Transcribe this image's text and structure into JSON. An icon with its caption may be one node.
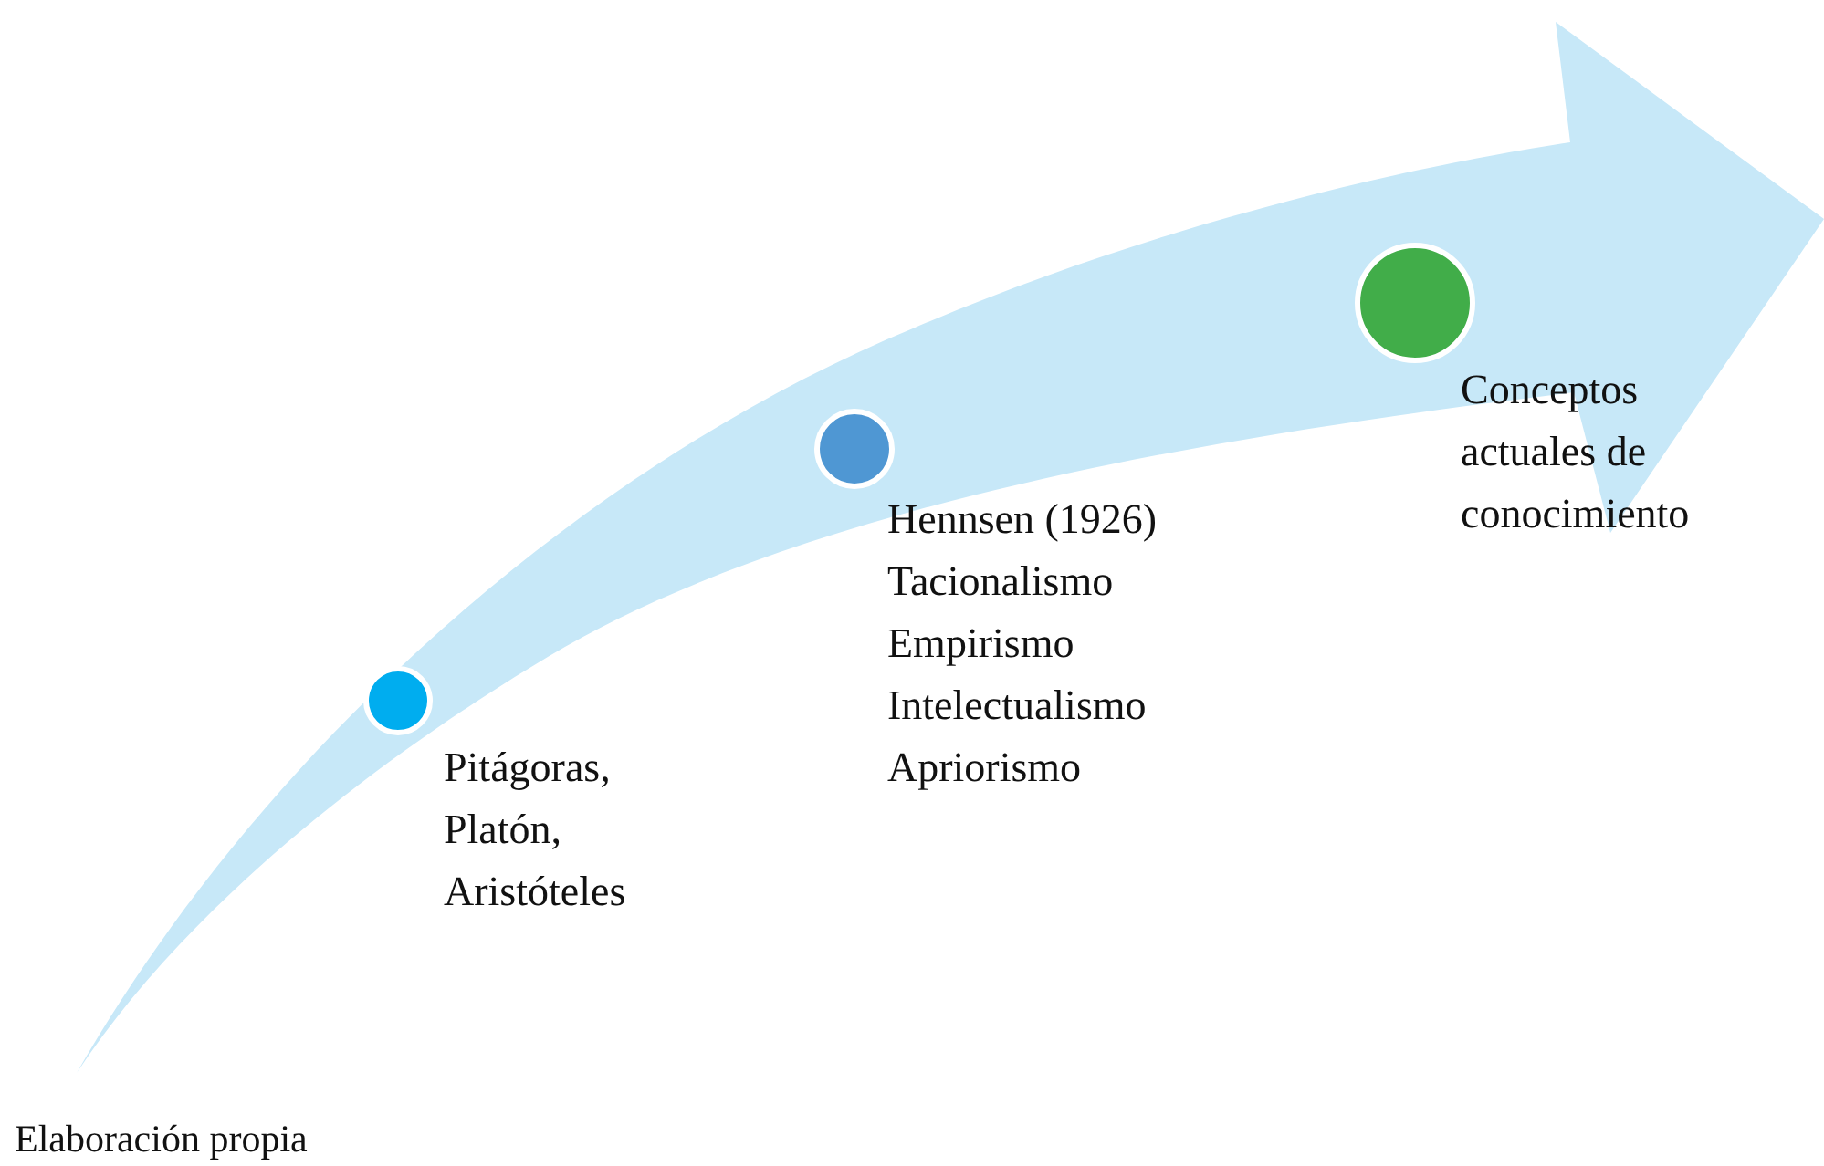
{
  "diagram": {
    "nodes": [
      {
        "text": [],
        "shape": "circle",
        "beside": [
          "Pitágoras, Platón, Aristóteles"
        ]
      },
      {
        "text": [],
        "shape": "circle",
        "beside": [
          "Hennsen (1926)",
          "Tacionalismo",
          "Empirismo",
          "Intelectualismo",
          "Apriorismo"
        ]
      },
      {
        "text": [],
        "shape": "circle",
        "beside": [
          "Conceptos actuales de conocimiento"
        ]
      }
    ],
    "labels": [
      "Elaboración propia"
    ]
  }
}
